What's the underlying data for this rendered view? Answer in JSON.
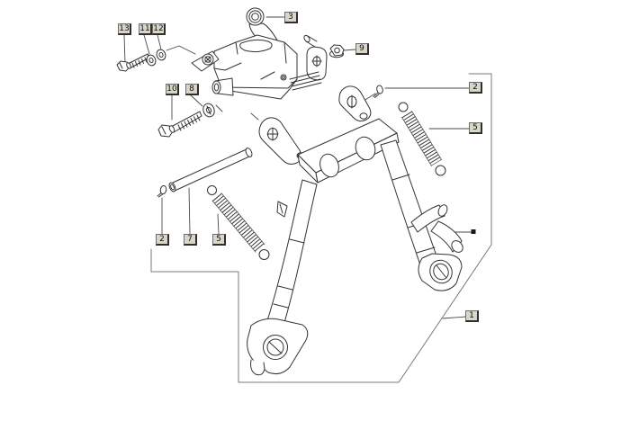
{
  "diagram": {
    "type": "exploded-parts-diagram",
    "background": "#ffffff",
    "line_color": "#333333",
    "frame_color": "#7a7a7a",
    "callout_style": {
      "fill": "#d9d5c9",
      "border": "#6e6e6e",
      "shadow": "#2f2f2f",
      "text_color": "#111111"
    },
    "position_marker": {
      "shape": "filled-square",
      "color": "#1a1a1a"
    },
    "callouts": [
      {
        "id": "callout-13",
        "label": "13"
      },
      {
        "id": "callout-11",
        "label": "11"
      },
      {
        "id": "callout-12",
        "label": "12"
      },
      {
        "id": "callout-3",
        "label": "3"
      },
      {
        "id": "callout-9",
        "label": "9"
      },
      {
        "id": "callout-2-right",
        "label": "2"
      },
      {
        "id": "callout-5-right",
        "label": "5"
      },
      {
        "id": "callout-10",
        "label": "10"
      },
      {
        "id": "callout-8",
        "label": "8"
      },
      {
        "id": "callout-2-left",
        "label": "2"
      },
      {
        "id": "callout-7",
        "label": "7"
      },
      {
        "id": "callout-5-left",
        "label": "5"
      },
      {
        "id": "callout-1",
        "label": "1"
      }
    ]
  }
}
